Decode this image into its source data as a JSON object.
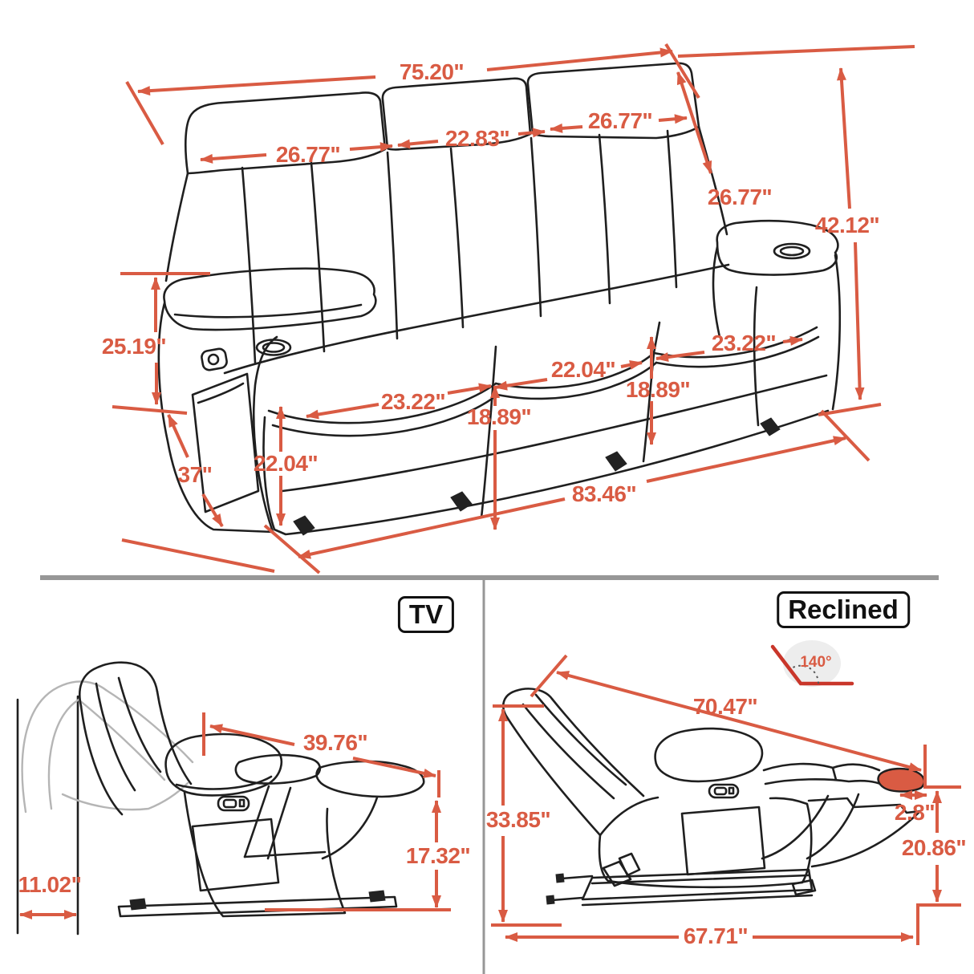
{
  "product": "three-seat recliner sofa dimension diagram",
  "colors": {
    "accent": "#D95B43",
    "line_art": "#1f1f1f",
    "divider": "#979797",
    "ghost": "#b5b5b5",
    "highlight_pad": "#D95B43"
  },
  "icons": {
    "cup_holder": "cup-holder-oval",
    "recline_lever": "recline-lever-button",
    "usb_panel": "usb-control-panel",
    "angle_badge": "140-degree-recline-angle"
  },
  "labels": {
    "main_width": "75.20\"",
    "main_headrest_left": "26.77\"",
    "main_headrest_mid": "22.83\"",
    "main_headrest_right": "26.77\"",
    "main_back_height": "26.77\"",
    "main_total_height": "42.12\"",
    "main_arm_height": "25.19\"",
    "main_depth": "37\"",
    "main_seat_left": "23.22\"",
    "main_seat_mid": "22.04\"",
    "main_seat_depth_left": "18.89\"",
    "main_seat_depth_right": "18.89\"",
    "main_seat_right": "23.22\"",
    "main_front_height": "22.04\"",
    "main_total_width": "83.46\"",
    "tv_title": "TV",
    "tv_length": "39.76\"",
    "tv_footrest_height": "17.32\"",
    "tv_wall_distance": "11.02\"",
    "reclined_title": "Reclined",
    "reclined_angle": "140°",
    "reclined_length": "70.47\"",
    "reclined_back_height": "33.85\"",
    "reclined_footrest_thickness": "2.8\"",
    "reclined_footrest_height": "20.86\"",
    "reclined_total_length": "67.71\""
  }
}
